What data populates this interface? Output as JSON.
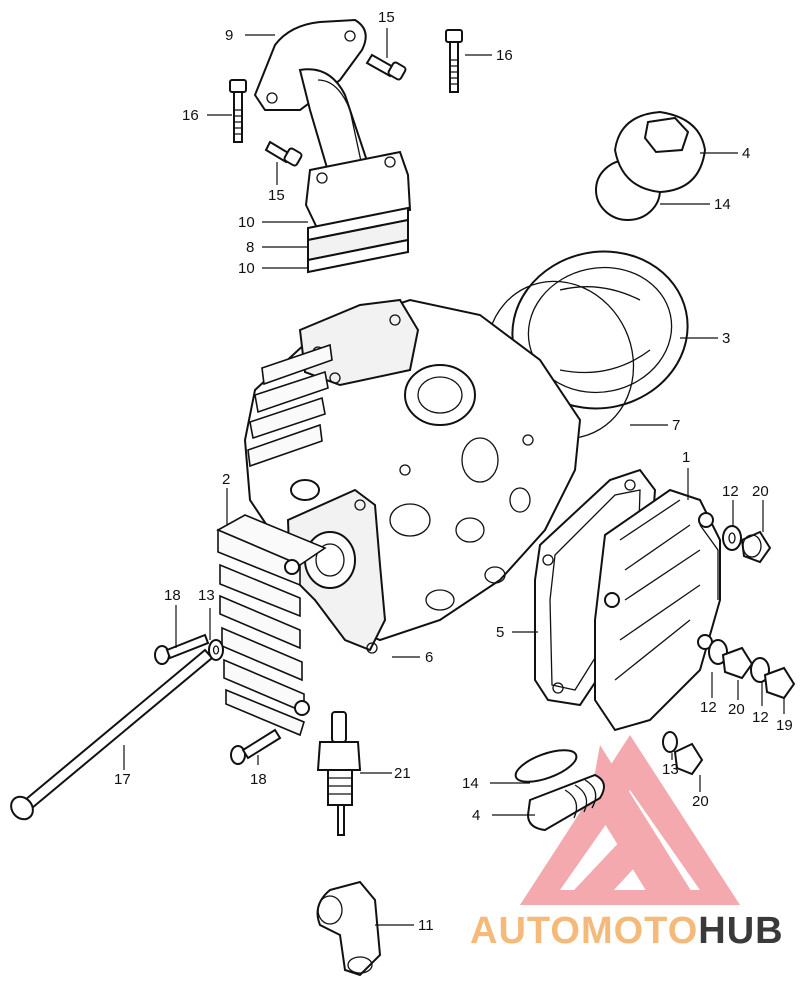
{
  "diagram": {
    "callouts": {
      "c1": "1",
      "c2": "2",
      "c3": "3",
      "c4a": "4",
      "c4b": "4",
      "c5": "5",
      "c6": "6",
      "c7": "7",
      "c8": "8",
      "c9": "9",
      "c10a": "10",
      "c10b": "10",
      "c11": "11",
      "c12a": "12",
      "c12b": "12",
      "c12c": "12",
      "c13a": "13",
      "c13b": "13",
      "c14a": "14",
      "c14b": "14",
      "c15a": "15",
      "c15b": "15",
      "c16a": "16",
      "c16b": "16",
      "c17": "17",
      "c18a": "18",
      "c18b": "18",
      "c19": "19",
      "c20a": "20",
      "c20b": "20",
      "c20c": "20",
      "c21": "21"
    }
  },
  "watermark": {
    "brand_part1": "AUTOMOTO",
    "brand_part2": "HUB",
    "color_part1": "#f5b97a",
    "color_part2": "#3a3a3a",
    "logo_color": "#f3a9ad"
  }
}
